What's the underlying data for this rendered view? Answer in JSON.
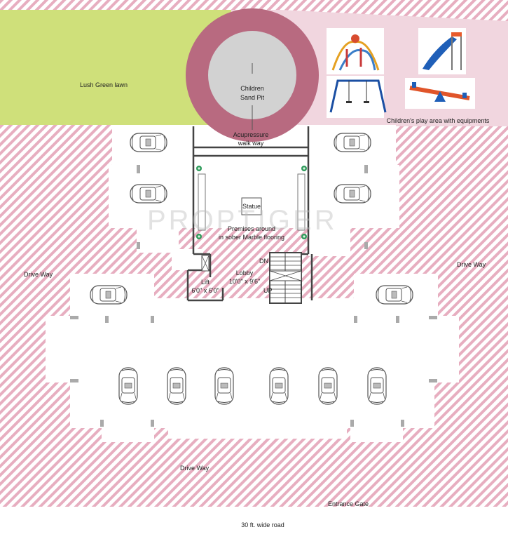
{
  "labels": {
    "lawn": "Lush Green lawn",
    "sand_pit": "Children\nSand Pit",
    "acupressure": "Acupressure\nwalk way",
    "play_area": "Children's play area with equipments",
    "statue": "Statue",
    "premises": "Premises around\nin sober Marble flooring",
    "lift": "Lift\n6'0\" x 6'0\"",
    "lobby": "Lobby\n10'0\" x 9'6\"",
    "stair_down": "DN",
    "stair_up": "UP",
    "drive_way_left": "Drive Way",
    "drive_way_right": "Drive Way",
    "drive_way_bottom": "Drive Way",
    "entrance_gate": "Entrance Gate",
    "road": "30 ft. wide road"
  },
  "watermark": "PROPTIGER",
  "colors": {
    "lawn": "#cfe07a",
    "play_area": "#f1d6df",
    "hatch": "#e7aec0",
    "sand_pit_ring": "#b86a80",
    "sand_pit": "#d2d2d2",
    "plants": "#2e9a5a"
  },
  "icons": [
    "car-icon",
    "swing-icon",
    "slide-icon",
    "see-saw-icon",
    "climbing-frame-icon",
    "plant-icon"
  ]
}
